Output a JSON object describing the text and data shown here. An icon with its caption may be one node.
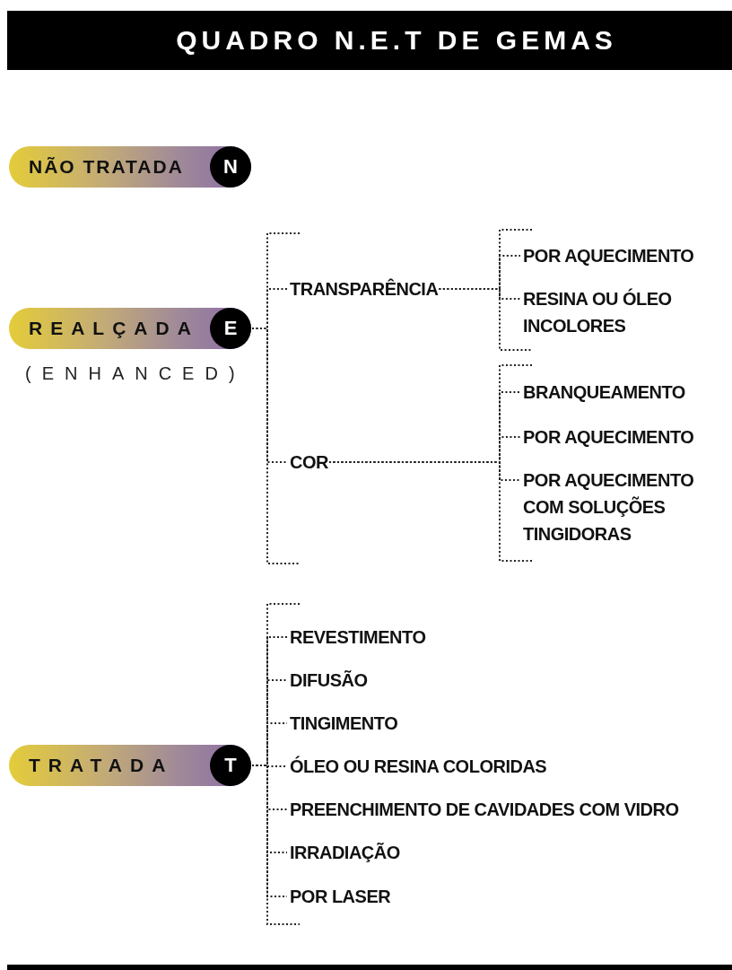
{
  "diagram": {
    "title": "QUADRO N.E.T DE GEMAS",
    "nodes": [
      {
        "text": [
          "NÃO TRATADA",
          "N"
        ]
      },
      {
        "text": [
          "REALÇADA",
          "E"
        ],
        "beside": [
          "(ENHANCED)"
        ]
      },
      {
        "text": [
          "TRANSPARÊNCIA"
        ]
      },
      {
        "text": [
          "POR AQUECIMENTO"
        ]
      },
      {
        "text": [
          "RESINA OU ÓLEO INCOLORES"
        ]
      },
      {
        "text": [
          "COR"
        ]
      },
      {
        "text": [
          "BRANQUEAMENTO"
        ]
      },
      {
        "text": [
          "POR AQUECIMENTO"
        ]
      },
      {
        "text": [
          "POR AQUECIMENTO COM SOLUÇÕES TINGIDORAS"
        ]
      },
      {
        "text": [
          "TRATADA",
          "T"
        ]
      },
      {
        "text": [
          "REVESTIMENTO"
        ]
      },
      {
        "text": [
          "DIFUSÃO"
        ]
      },
      {
        "text": [
          "TINGIMENTO"
        ]
      },
      {
        "text": [
          "ÓLEO OU RESINA COLORIDAS"
        ]
      },
      {
        "text": [
          "PREENCHIMENTO DE CAVIDADES COM VIDRO"
        ]
      },
      {
        "text": [
          "IRRADIAÇÃO"
        ]
      },
      {
        "text": [
          "POR LASER"
        ]
      }
    ],
    "edges": [
      {
        "from": 1,
        "to": 2,
        "arrow": "none",
        "style": "dashed"
      },
      {
        "from": 1,
        "to": 5,
        "arrow": "none",
        "style": "dashed"
      },
      {
        "from": 2,
        "to": 3,
        "arrow": "none",
        "style": "dashed"
      },
      {
        "from": 2,
        "to": 4,
        "arrow": "none",
        "style": "dashed"
      },
      {
        "from": 5,
        "to": 6,
        "arrow": "none",
        "style": "dashed"
      },
      {
        "from": 5,
        "to": 7,
        "arrow": "none",
        "style": "dashed"
      },
      {
        "from": 5,
        "to": 8,
        "arrow": "none",
        "style": "dashed"
      },
      {
        "from": 9,
        "to": 10,
        "arrow": "none",
        "style": "dashed"
      },
      {
        "from": 9,
        "to": 11,
        "arrow": "none",
        "style": "dashed"
      },
      {
        "from": 9,
        "to": 12,
        "arrow": "none",
        "style": "dashed"
      },
      {
        "from": 9,
        "to": 13,
        "arrow": "none",
        "style": "dashed"
      },
      {
        "from": 9,
        "to": 14,
        "arrow": "none",
        "style": "dashed"
      },
      {
        "from": 9,
        "to": 15,
        "arrow": "none",
        "style": "dashed"
      },
      {
        "from": 9,
        "to": 16,
        "arrow": "none",
        "style": "dashed"
      }
    ]
  }
}
